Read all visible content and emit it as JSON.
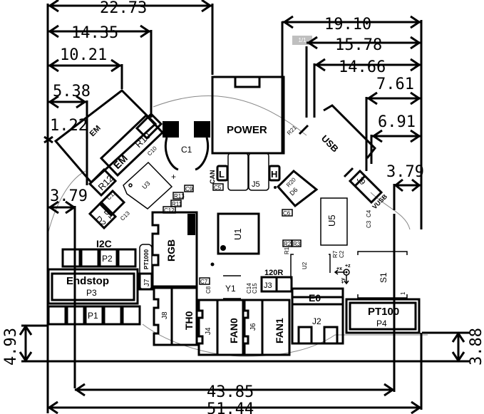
{
  "page_badge": "1/1",
  "dimensions": {
    "top_left": [
      "22.73",
      "14.35",
      "10.21",
      "5.38",
      "1.22",
      "3.79"
    ],
    "top_right": [
      "19.10",
      "15.78",
      "14.66",
      "7.61",
      "6.91",
      "3.79"
    ],
    "bottom": [
      "43.85",
      "51.44"
    ],
    "left_vertical": "4.93",
    "right_vertical": "3.88"
  },
  "components": {
    "power": "POWER",
    "usb": "USB",
    "em_box": "EM",
    "em_pads": "EM",
    "c1": "C1",
    "r10": "R10",
    "r12": "R12",
    "u3": "U3",
    "u1": "U1",
    "u5": "U5",
    "u2": "U2",
    "d6": "D6",
    "d1": "D1",
    "d2": "D2",
    "j5": "J5",
    "j9": "J9",
    "vusb": "VUSB",
    "can": "CAN",
    "can_l": "L",
    "can_h": "H",
    "rgb": "RGB",
    "pt1000": "PT1000",
    "j7": "J7",
    "i2c": "I2C",
    "p2": "P2",
    "endstop": "Endstop",
    "p3": "P3",
    "p1": "P1",
    "j8": "J8",
    "th0": "TH0",
    "j4": "J4",
    "fan0": "FAN0",
    "j6": "J6",
    "fan1": "FAN1",
    "y1": "Y1",
    "j3": "J3",
    "r120": "120R",
    "e0": "E0",
    "j2": "J2",
    "s1": "S1",
    "s1_pin": "1",
    "pt100": "PT100",
    "p4": "P4",
    "plus": "+",
    "axis_x": "+x",
    "axis_y": "+y",
    "axis_z": "+z"
  },
  "smd_labels": {
    "c5": "C5",
    "c6": "C6",
    "c7": "C7",
    "c9": "C9",
    "c10": "C10",
    "c11": "C11",
    "c12": "C12",
    "r11": "R11",
    "r13": "R13",
    "r1": "R1",
    "r2": "R2",
    "r3": "R3",
    "r7": "R7",
    "c2": "C2",
    "r20": "R20",
    "r21": "R21",
    "c3": "C3",
    "c4": "C4",
    "c8": "C8",
    "c13": "C13",
    "c14": "C14",
    "c15": "C15"
  }
}
